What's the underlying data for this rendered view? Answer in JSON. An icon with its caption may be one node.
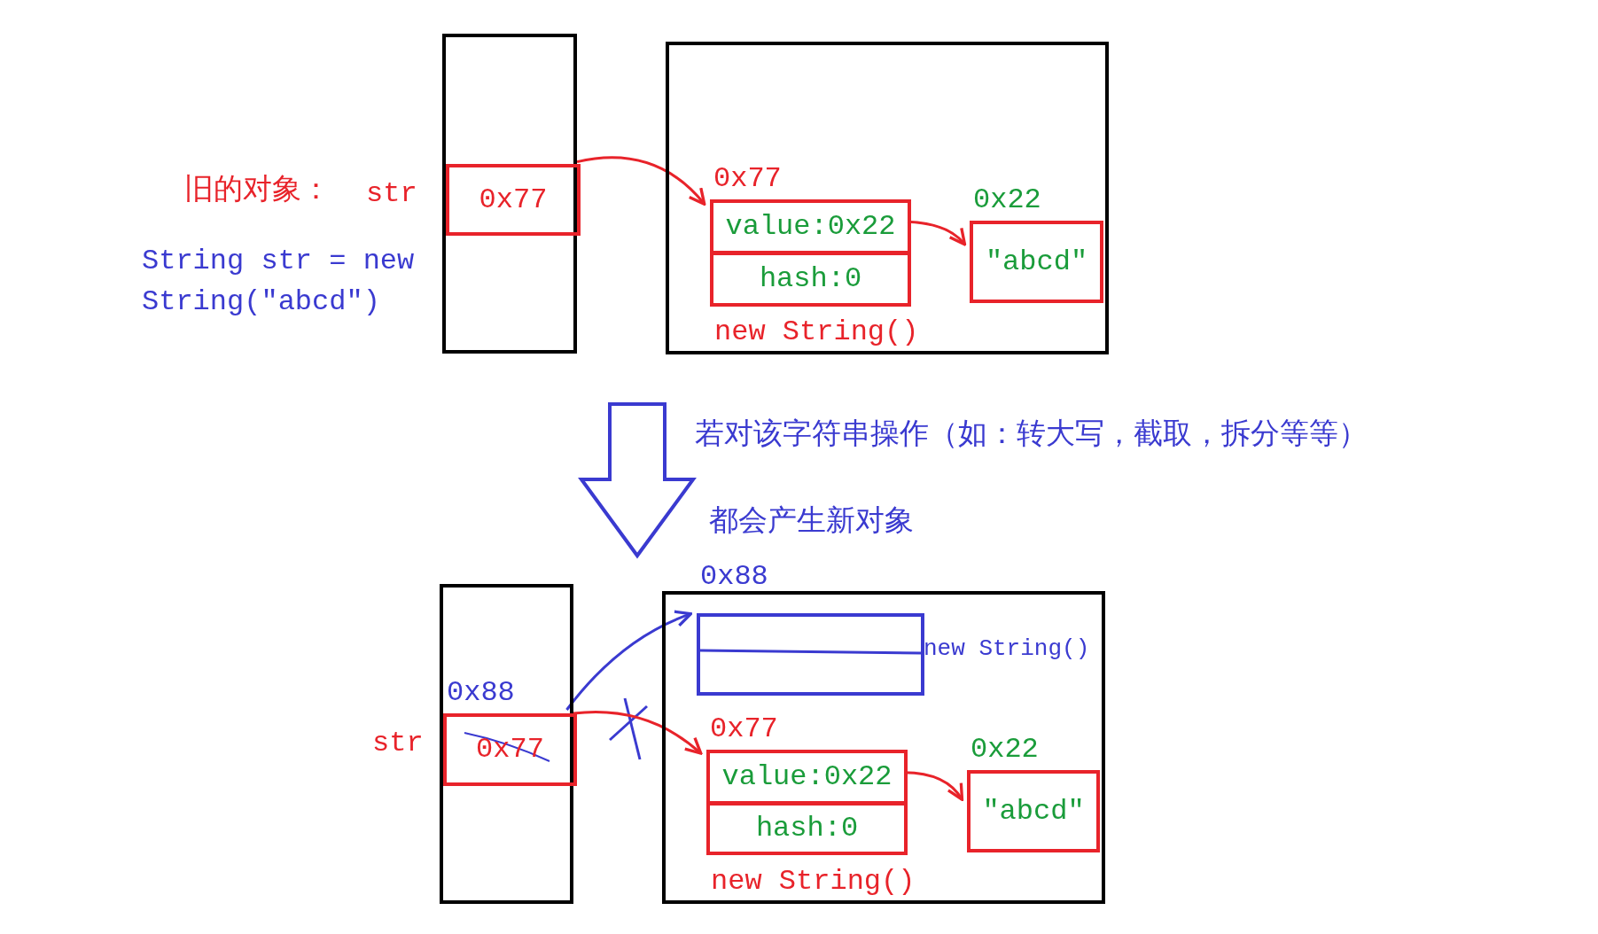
{
  "diagram": {
    "nodes": [
      {
        "text": [],
        "shape": "box"
      },
      {
        "text": [
          "0x77"
        ],
        "in": 0,
        "beside": [
          "str"
        ]
      },
      {
        "text": [],
        "shape": "box"
      },
      {
        "text": [
          "0x77",
          "value:0x22"
        ],
        "in": 2
      },
      {
        "text": [
          "hash:0"
        ],
        "in": 2
      },
      {
        "text": [
          "0x22",
          "″abcd″"
        ],
        "in": 2
      },
      {
        "text": [],
        "shape": "box"
      },
      {
        "text": [
          "0x88",
          "0x77"
        ],
        "in": 6,
        "beside": [
          "str"
        ]
      },
      {
        "text": [],
        "shape": "box"
      },
      {
        "text": [
          "0x88"
        ],
        "in": 8,
        "beside": [
          "new String()"
        ]
      },
      {
        "text": [
          "0x77",
          "value:0x22"
        ],
        "in": 8
      },
      {
        "text": [
          "hash:0"
        ],
        "in": 8
      },
      {
        "text": [
          "0x22",
          "″abcd″"
        ],
        "in": 8
      }
    ],
    "edges": [
      {
        "from": 1,
        "to": 3,
        "arrow": "to"
      },
      {
        "from": 3,
        "to": 5,
        "arrow": "to"
      },
      {
        "from": 7,
        "to": 9,
        "arrow": "to",
        "color": "#3a3ad0"
      },
      {
        "from": 7,
        "to": 10,
        "arrow": "to"
      },
      {
        "from": 10,
        "to": 12,
        "arrow": "to"
      }
    ],
    "labels": [
      "旧的对象：",
      "String str = new String(″abcd″)",
      "new String()",
      "若对该字符串操作（如：转大写，截取，拆分等等）",
      "都会产生新对象",
      "new String()"
    ]
  }
}
